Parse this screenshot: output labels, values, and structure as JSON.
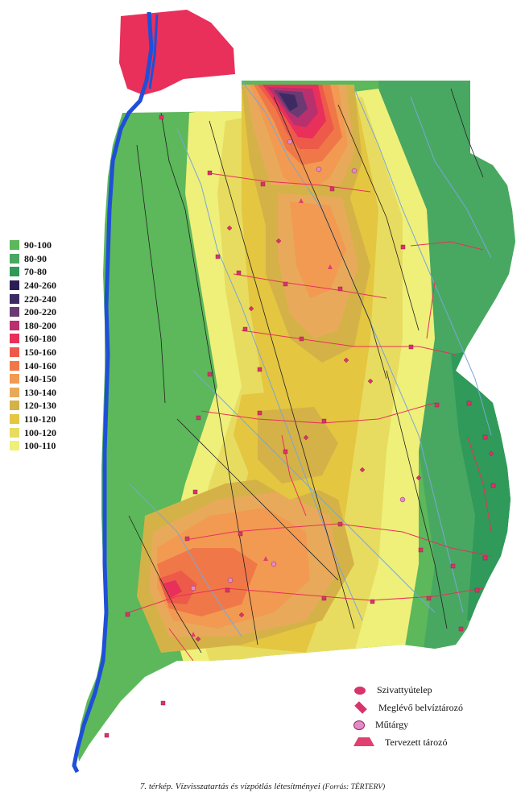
{
  "legend": {
    "items": [
      {
        "label": "90-100",
        "color": "#5cb85a"
      },
      {
        "label": "80-90",
        "color": "#48a862"
      },
      {
        "label": "70-80",
        "color": "#2f9a5a"
      },
      {
        "label": "240-260",
        "color": "#2a1f55"
      },
      {
        "label": "220-240",
        "color": "#3e2a63"
      },
      {
        "label": "200-220",
        "color": "#6a3a73"
      },
      {
        "label": "180-200",
        "color": "#b8306e"
      },
      {
        "label": "160-180",
        "color": "#e8305a"
      },
      {
        "label": "150-160",
        "color": "#ee5a4a"
      },
      {
        "label": "140-160",
        "color": "#f07848"
      },
      {
        "label": "140-150",
        "color": "#f29a52"
      },
      {
        "label": "130-140",
        "color": "#e8aa5a"
      },
      {
        "label": "120-130",
        "color": "#d4b248"
      },
      {
        "label": "110-120",
        "color": "#e4c640"
      },
      {
        "label": "100-120",
        "color": "#e8dc60"
      },
      {
        "label": "100-110",
        "color": "#eef07a"
      }
    ]
  },
  "symbols": [
    {
      "icon": "pump-station-icon",
      "label": "Szivattyútelep",
      "color": "#d8346a"
    },
    {
      "icon": "reservoir-diamond-icon",
      "label": "Meglévő belvíztározó",
      "color": "#d8346a"
    },
    {
      "icon": "structure-circle-icon",
      "label": "Műtárgy",
      "color": "#e58ac8"
    },
    {
      "icon": "planned-reservoir-icon",
      "label": "Tervezett tározó",
      "color": "#e04070"
    }
  ],
  "caption": {
    "main": "7. térkép. Vízvisszatartás és vízpótlás létesítményei",
    "source": "(Forrás: TÉRTERV)"
  },
  "colors": {
    "river": "#1f4fd8",
    "canal": "#e8305a",
    "stream": "#7aa6d6",
    "drainage": "#222222",
    "city": "#e8305a"
  }
}
